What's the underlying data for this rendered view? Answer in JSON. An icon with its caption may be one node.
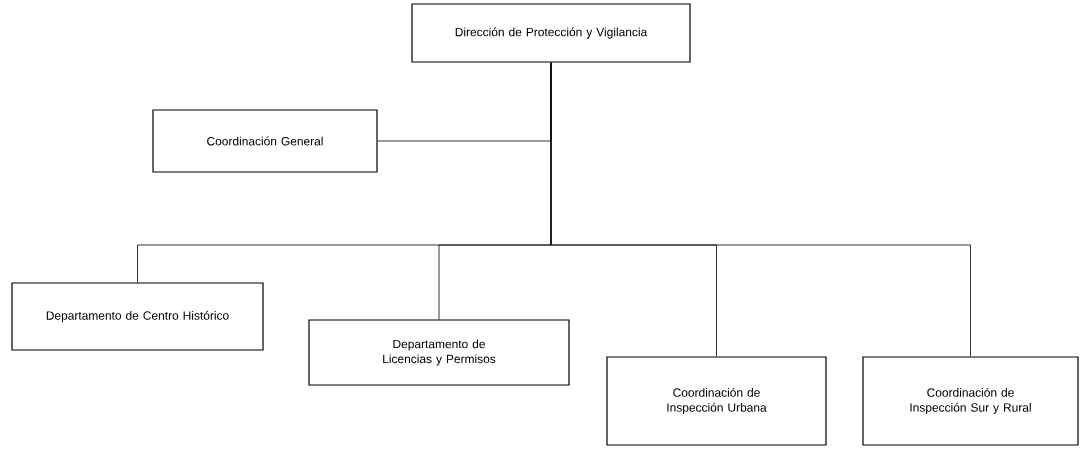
{
  "diagram": {
    "nodes": [
      {
        "text": [
          "Dirección de Protección y Vigilancia"
        ]
      },
      {
        "text": [
          "Coordinación General"
        ]
      },
      {
        "text": [
          "Departamento de Centro Histórico"
        ]
      },
      {
        "text": [
          "Departamento de Licencias y Permisos"
        ]
      },
      {
        "text": [
          "Coordinación de Inspección Urbana"
        ]
      },
      {
        "text": [
          "Coordinación de Inspección Sur y Rural"
        ]
      }
    ],
    "edges": [
      {
        "from": 0,
        "to": 1,
        "arrow": "none"
      },
      {
        "from": 0,
        "to": 2,
        "arrow": "none"
      },
      {
        "from": 0,
        "to": 3,
        "arrow": "none"
      },
      {
        "from": 0,
        "to": 4,
        "arrow": "none"
      },
      {
        "from": 0,
        "to": 5,
        "arrow": "none"
      }
    ]
  }
}
